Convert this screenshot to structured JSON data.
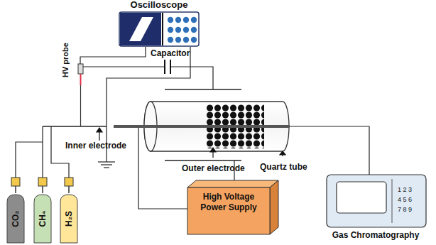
{
  "diagram": {
    "nodes": [
      {
        "text": [
          "Oscilloscope"
        ]
      },
      {
        "text": [
          "CO₂"
        ]
      },
      {
        "text": [
          "CH₄"
        ]
      },
      {
        "text": [
          "H₂S"
        ]
      },
      {
        "text": [
          "High Voltage Power Supply"
        ]
      },
      {
        "text": [
          "Gas Chromatography"
        ]
      }
    ],
    "labels": [
      "HV probe",
      "Capacitor",
      "Inner electrode",
      "Outer electrode",
      "Quartz tube",
      "1 2 3",
      "4 5 6",
      "7 8 9"
    ]
  }
}
